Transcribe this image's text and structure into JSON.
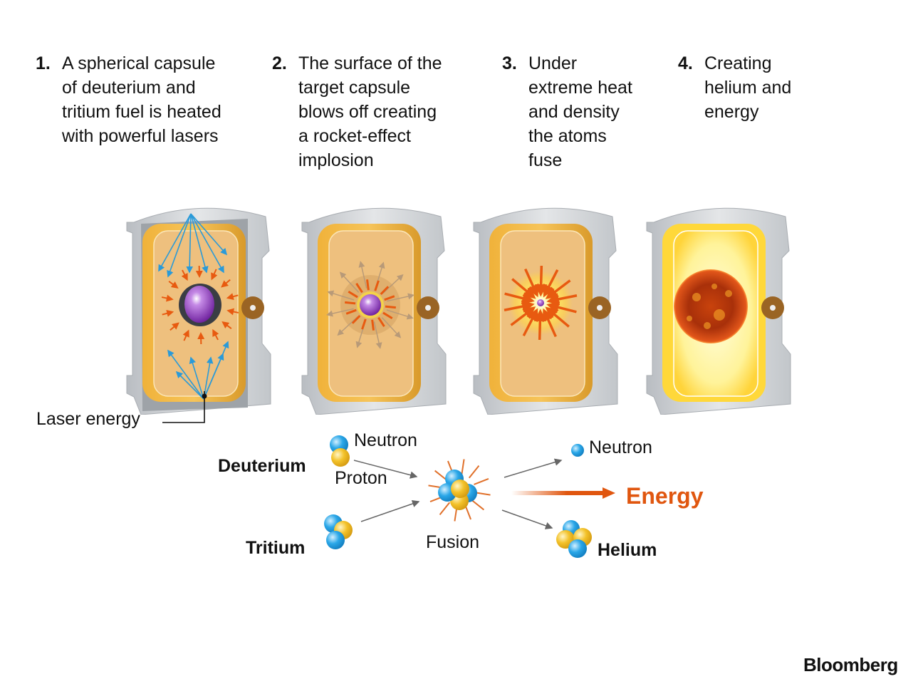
{
  "steps": [
    {
      "number": "1.",
      "text": "A spherical capsule\nof deuterium and\ntritium fuel is heated\nwith powerful lasers"
    },
    {
      "number": "2.",
      "text": "The surface of the\ntarget capsule\nblows off creating\na rocket-effect\nimplosion"
    },
    {
      "number": "3.",
      "text": "Under\nextreme heat\nand density\nthe atoms\nfuse"
    },
    {
      "number": "4.",
      "text": "Creating\nhelium and\nenergy"
    }
  ],
  "callout": {
    "laser": "Laser energy"
  },
  "reaction": {
    "deuterium": "Deuterium",
    "neutron_in": "Neutron",
    "proton": "Proton",
    "tritium": "Tritium",
    "fusion": "Fusion",
    "neutron_out": "Neutron",
    "energy": "Energy",
    "helium": "Helium"
  },
  "colors": {
    "neutron": "#2aa7e8",
    "proton": "#f3c22a",
    "energy": "#e0560f",
    "capsule": "#8a2cc0",
    "hohlraum": "#e8b86a",
    "shell": "#c9ccd0"
  },
  "brand": "Bloomberg"
}
